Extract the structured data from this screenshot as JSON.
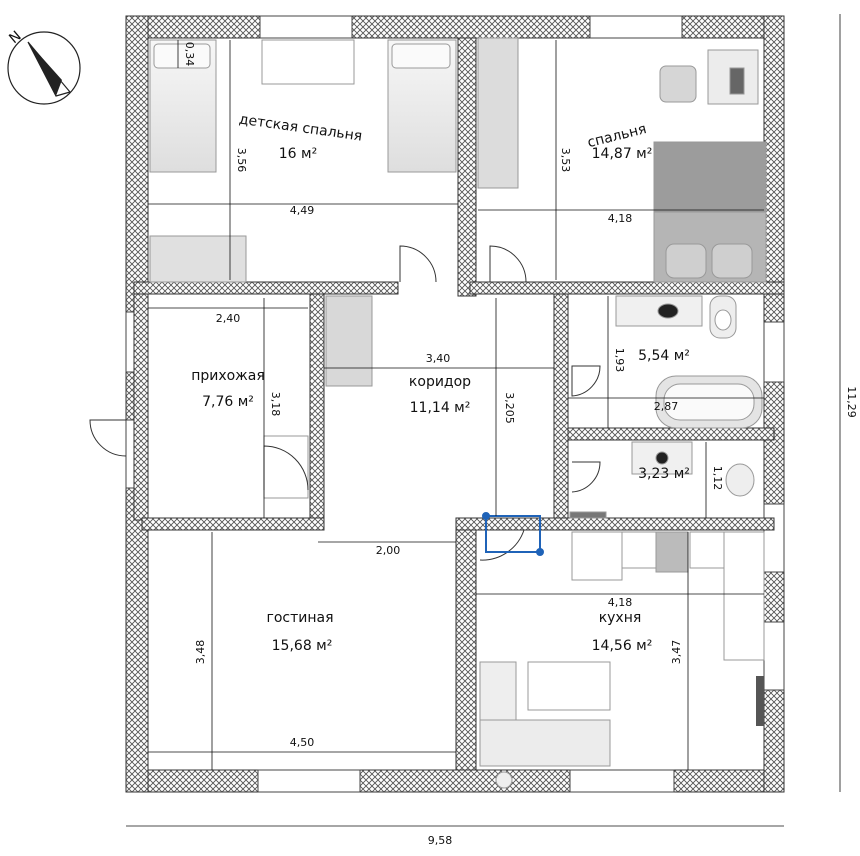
{
  "rooms": {
    "kids": {
      "name": "детская спальня",
      "area": "16 м²"
    },
    "bedroom": {
      "name": "спальня",
      "area": "14,87 м²"
    },
    "hall": {
      "name": "прихожая",
      "area": "7,76 м²"
    },
    "corridor": {
      "name": "коридор",
      "area": "11,14 м²"
    },
    "bath": {
      "area": "5,54 м²"
    },
    "wc": {
      "area": "3,23 м²"
    },
    "living": {
      "name": "гостиная",
      "area": "15,68 м²"
    },
    "kitchen": {
      "name": "кухня",
      "area": "14,56 м²"
    }
  },
  "dimensions": {
    "d034": "0,34",
    "kids_h": "3,56",
    "kids_w": "4,49",
    "bed_h": "3,53",
    "bed_w": "4,18",
    "hall_w": "2,40",
    "hall_h": "3,18",
    "cor_w": "3,40",
    "cor_h": "3,205",
    "bath_h": "1,93",
    "bath_w": "2,87",
    "wc_h": "1,12",
    "d200": "2,00",
    "kit_w": "4,18",
    "living_h": "3,48",
    "living_w": "4,50",
    "kit_h": "3,47",
    "total_h": "11,29",
    "total_w": "9,58"
  },
  "compass": {
    "north": "N"
  },
  "colors": {
    "wall_hatch": "#555555",
    "furniture": "#d9d9d9",
    "selection": "#1f63b8"
  }
}
